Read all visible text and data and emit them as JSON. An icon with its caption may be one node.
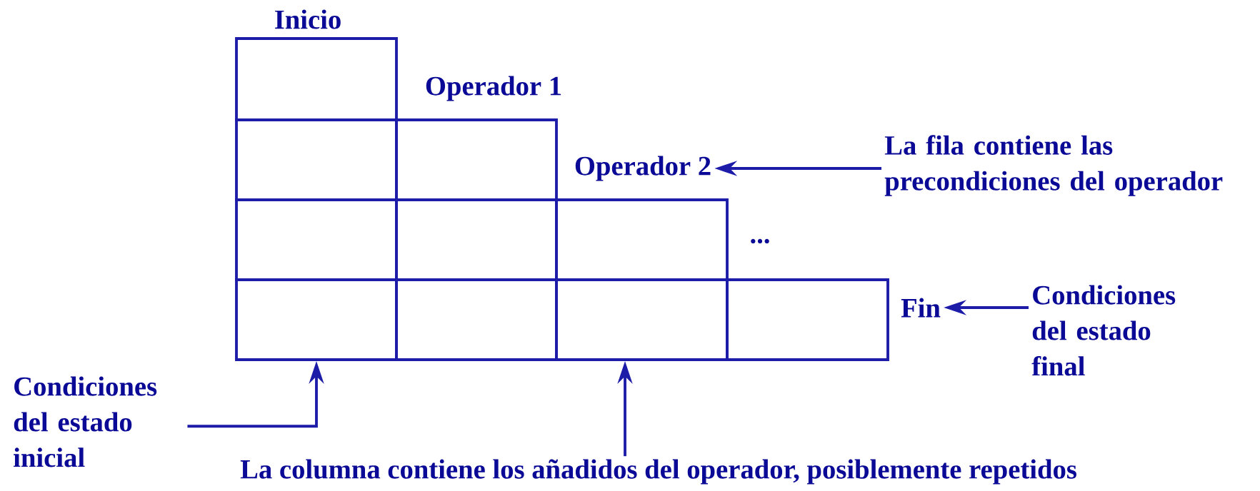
{
  "diagram": {
    "nodes": [
      {
        "text": [],
        "shape": "box"
      },
      {
        "text": [],
        "shape": "box"
      },
      {
        "text": [],
        "shape": "box"
      },
      {
        "text": [],
        "shape": "box"
      },
      {
        "text": [],
        "shape": "box"
      },
      {
        "text": [],
        "shape": "box"
      },
      {
        "text": [],
        "shape": "box"
      },
      {
        "text": [],
        "shape": "box"
      },
      {
        "text": [],
        "shape": "box"
      },
      {
        "text": [],
        "shape": "box"
      },
      {
        "text": [
          "Operador 2"
        ]
      },
      {
        "text": [
          "La fila contiene las precondiciones del operador"
        ]
      },
      {
        "text": [
          "Fin"
        ]
      },
      {
        "text": [
          "Condiciones del estado final"
        ]
      },
      {
        "text": [
          "Condiciones del estado inicial"
        ]
      },
      {
        "text": [
          "La columna contiene los añadidos del operador, posiblemente repetidos"
        ]
      }
    ],
    "edges": [
      {
        "from": 11,
        "to": 10,
        "arrow": "to"
      },
      {
        "from": 13,
        "to": 12,
        "arrow": "to"
      },
      {
        "from": 14,
        "to": 6,
        "arrow": "to"
      },
      {
        "from": 15,
        "to": 8,
        "arrow": "to"
      }
    ],
    "labels": [
      "Inicio",
      "Operador 1",
      "..."
    ]
  }
}
